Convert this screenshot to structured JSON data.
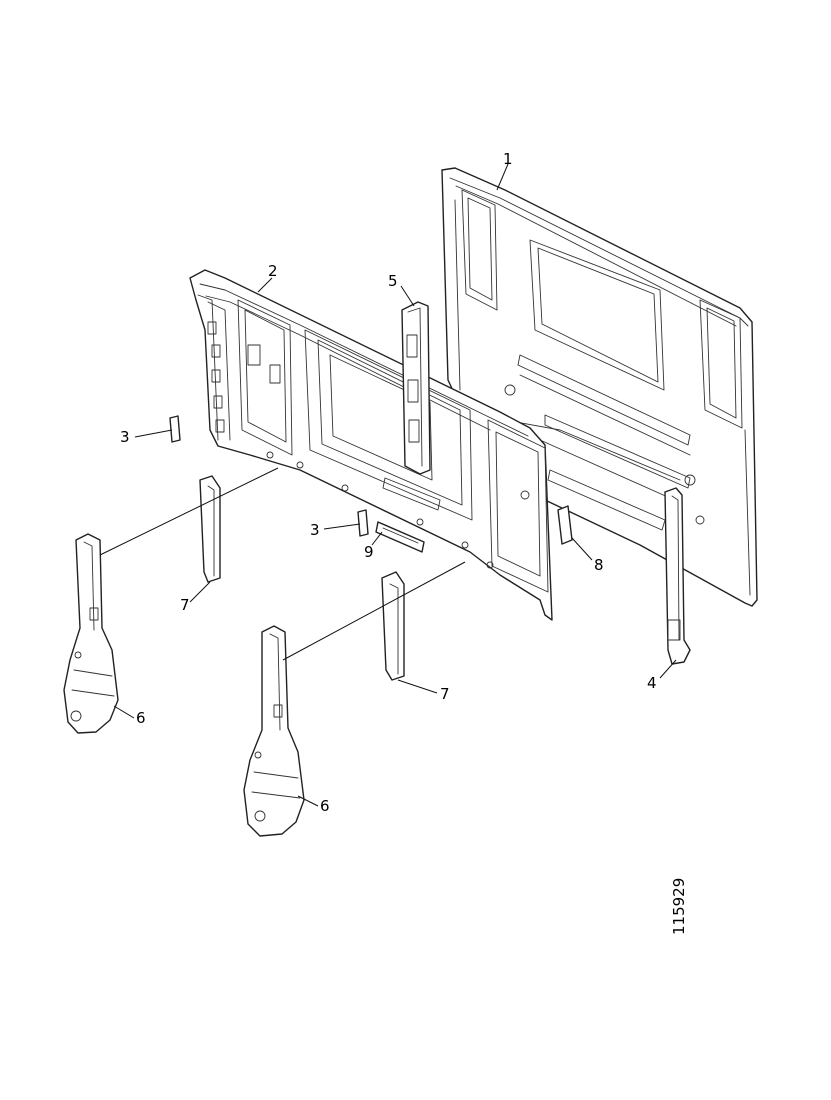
{
  "diagram": {
    "reference_number": "115929",
    "callouts": [
      {
        "id": "c1",
        "label": "1"
      },
      {
        "id": "c2",
        "label": "2"
      },
      {
        "id": "c3a",
        "label": "3"
      },
      {
        "id": "c3b",
        "label": "3"
      },
      {
        "id": "c4",
        "label": "4"
      },
      {
        "id": "c5",
        "label": "5"
      },
      {
        "id": "c6a",
        "label": "6"
      },
      {
        "id": "c6b",
        "label": "6"
      },
      {
        "id": "c7a",
        "label": "7"
      },
      {
        "id": "c7b",
        "label": "7"
      },
      {
        "id": "c8",
        "label": "8"
      },
      {
        "id": "c9",
        "label": "9"
      }
    ]
  }
}
